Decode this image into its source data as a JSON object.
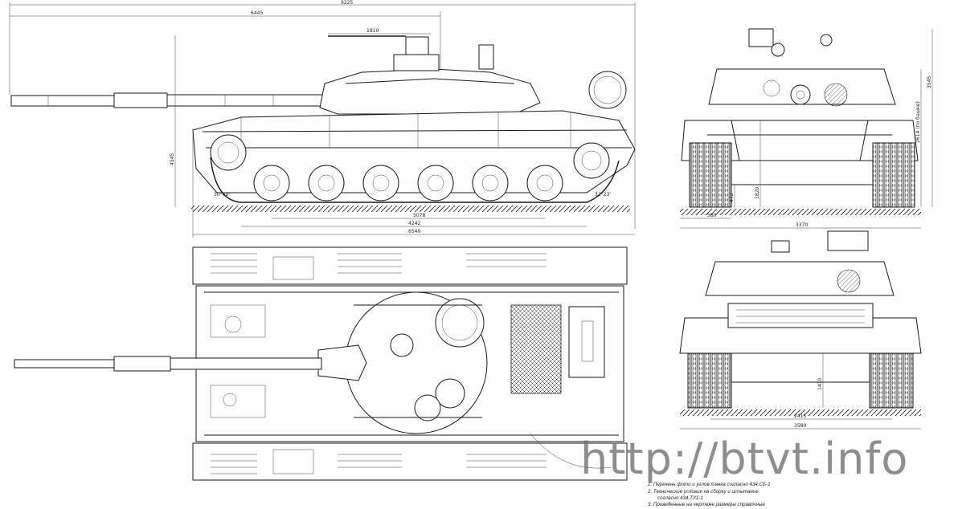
{
  "dimensions": {
    "side_overall_length": "9225",
    "side_gun_overhang": "6445",
    "side_mg_offset": "1810",
    "side_height": "4545",
    "side_road_wheels_span": "5078",
    "side_track_ground_contact": "4242",
    "side_hull_length": "6540",
    "side_angle_front": "30°60'",
    "side_angle_rear": "32°23'",
    "front_height_to_antenna": "3545",
    "front_height_note": "2614 (по башне)",
    "front_track_width": "580",
    "front_ground_clearance": "472",
    "front_hull_height": "1820",
    "front_overall_width": "3370",
    "rear_height": "1410",
    "rear_track_gauge": "2415",
    "rear_overall_width": "3580"
  },
  "notes": [
    "1. Перечень фото и углов танка согласно 434.СБ-1",
    "2. Технические условия на сборку и испытание",
    "согласно 434.ТУ1-1",
    "3. Приведенные на чертеже размеры справочные"
  ],
  "watermark": "http://btvt.info"
}
